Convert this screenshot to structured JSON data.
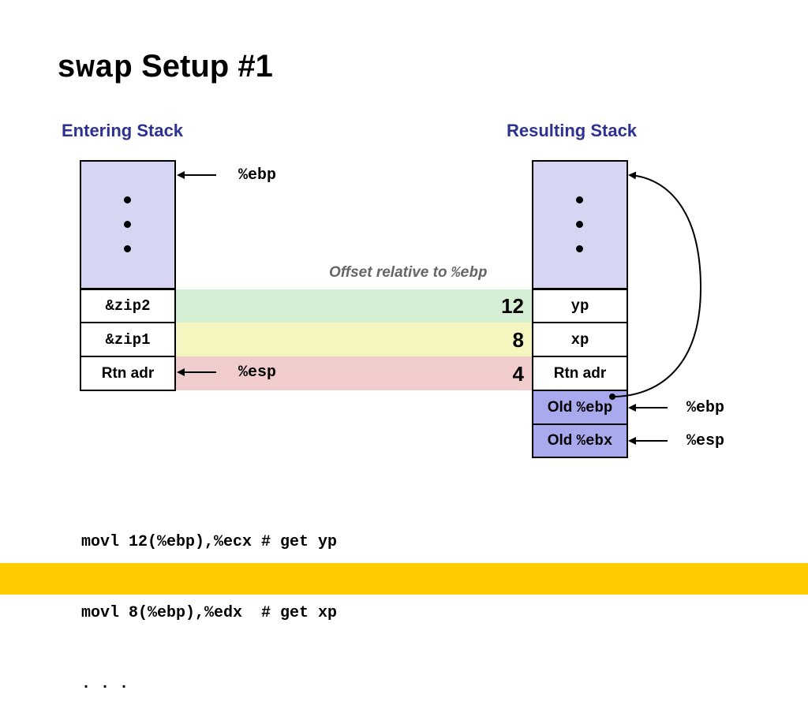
{
  "title": {
    "code": "swap",
    "text": " Setup #1"
  },
  "left_heading": "Entering Stack",
  "right_heading": "Resulting Stack",
  "offset_caption": {
    "text": "Offset relative to ",
    "reg": "%ebp"
  },
  "left_stack": [
    {
      "label": "&zip2"
    },
    {
      "label": "&zip1"
    },
    {
      "label": "Rtn adr"
    }
  ],
  "right_stack": [
    {
      "label": "yp"
    },
    {
      "label": "xp"
    },
    {
      "label": "Rtn adr"
    },
    {
      "prefix": "Old ",
      "reg": "%ebp"
    },
    {
      "prefix": "Old ",
      "reg": "%ebx"
    }
  ],
  "offsets": [
    "12",
    "8",
    "4"
  ],
  "pointers": {
    "left_ebp": "%ebp",
    "left_esp": "%esp",
    "right_ebp": "%ebp",
    "right_esp": "%esp"
  },
  "code_lines": [
    "movl 12(%ebp),%ecx # get yp",
    "movl 8(%ebp),%edx  # get xp",
    ". . ."
  ],
  "colors": {
    "heading": "#2e3192",
    "band_12": "#d5efd5",
    "band_8": "#f5f5c0",
    "band_4": "#f0cccc",
    "stack_light": "#d6d6f3",
    "stack_dark": "#a9a9ee",
    "footer": "#ffcc00"
  }
}
